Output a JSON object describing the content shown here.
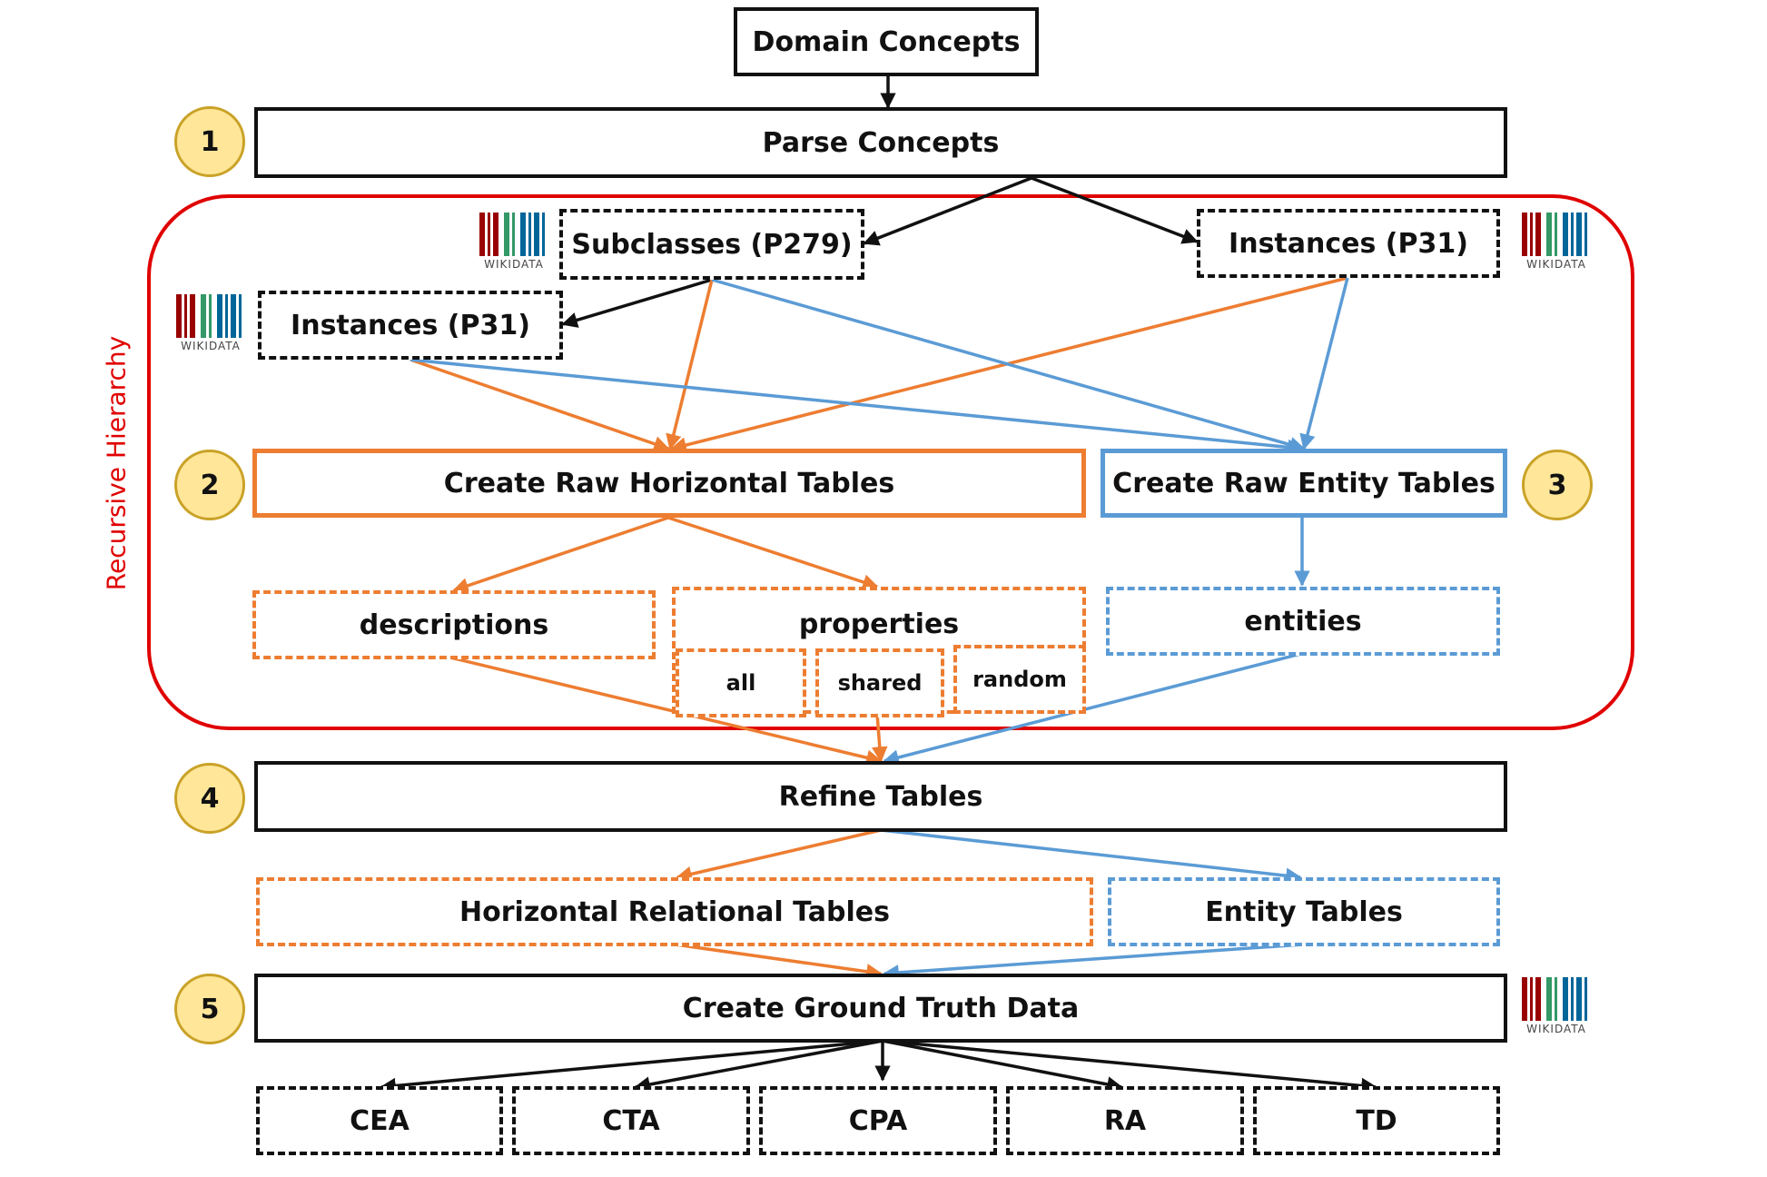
{
  "top": {
    "domain_concepts": "Domain Concepts"
  },
  "steps": {
    "s1": {
      "number": "1",
      "label": "Parse Concepts"
    },
    "s2": {
      "number": "2",
      "label": "Create Raw Horizontal Tables"
    },
    "s3": {
      "number": "3",
      "label": "Create Raw Entity Tables"
    },
    "s4": {
      "number": "4",
      "label": "Refine Tables"
    },
    "s5": {
      "number": "5",
      "label": "Create Ground Truth Data"
    }
  },
  "recursive": {
    "label": "Recursive Hierarchy",
    "subclasses": "Subclasses (P279)",
    "instances_right": "Instances (P31)",
    "instances_left": "Instances (P31)"
  },
  "horizontal_outputs": {
    "descriptions": "descriptions",
    "properties": "properties",
    "all": "all",
    "shared": "shared",
    "random": "random"
  },
  "entity_outputs": {
    "entities": "entities"
  },
  "refined": {
    "horizontal": "Horizontal Relational Tables",
    "entity": "Entity Tables"
  },
  "tasks": [
    "CEA",
    "CTA",
    "CPA",
    "RA",
    "TD"
  ],
  "logos": {
    "wikidata": "WIKIDATA"
  },
  "colors": {
    "horizontal": "#ED7D31",
    "entity": "#5B9BD5",
    "recursive": "#E00000",
    "step_badge": "#FFE699"
  }
}
